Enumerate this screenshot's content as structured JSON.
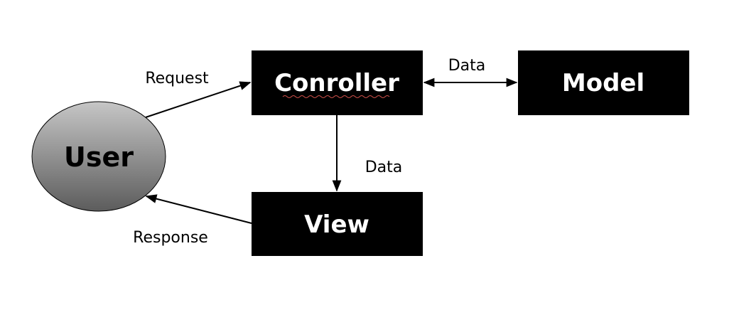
{
  "nodes": {
    "user": {
      "label": "User"
    },
    "controller": {
      "label": "Conroller"
    },
    "model": {
      "label": "Model"
    },
    "view": {
      "label": "View"
    }
  },
  "edges": {
    "request": {
      "label": "Request"
    },
    "controller_model": {
      "label": "Data"
    },
    "controller_view": {
      "label": "Data"
    },
    "response": {
      "label": "Response"
    }
  },
  "colors": {
    "box_fill": "#000000",
    "box_text": "#ffffff",
    "user_gradient_top": "#c4c4c4",
    "user_gradient_bottom": "#5f5f5f",
    "spellcheck_underline": "#d0504a"
  }
}
